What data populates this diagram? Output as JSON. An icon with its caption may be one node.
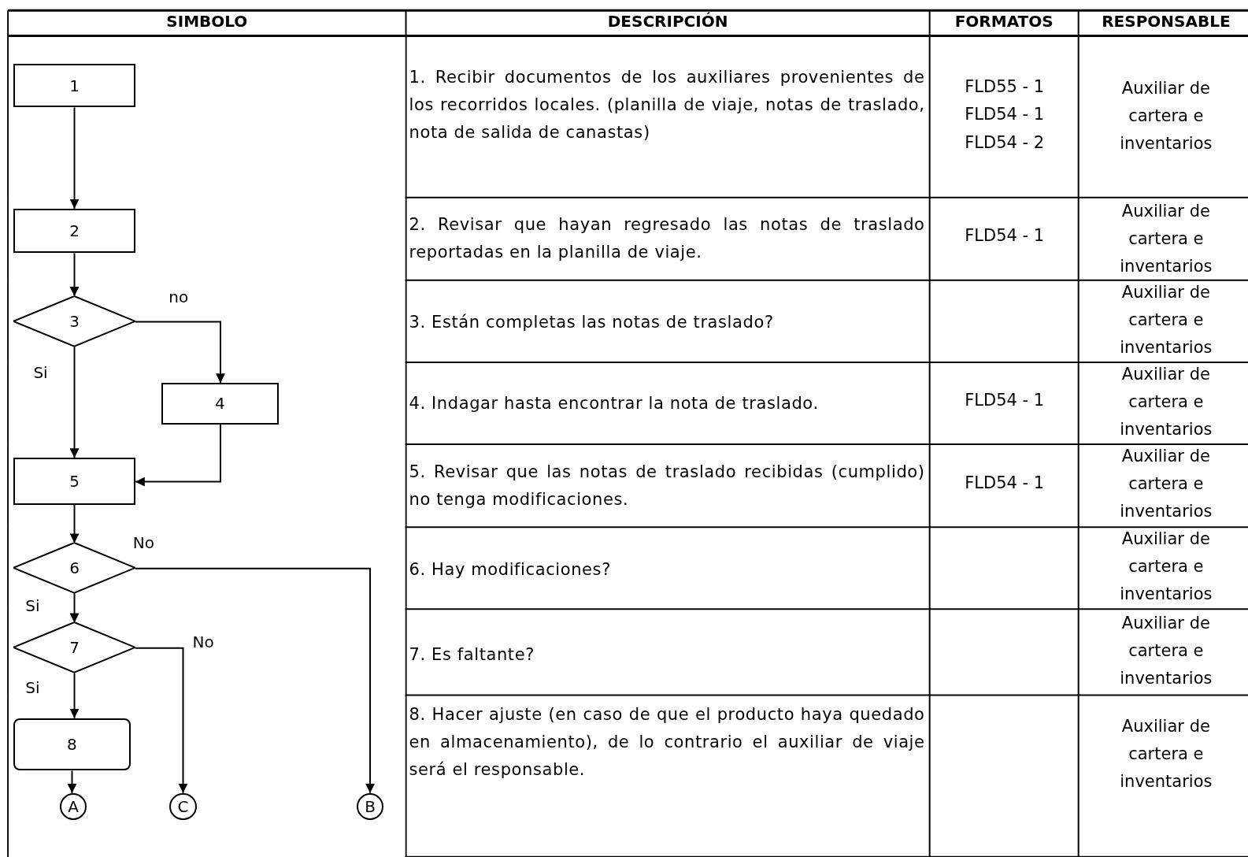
{
  "diagram": {
    "nodes": [
      {
        "text": [
          "1"
        ]
      },
      {
        "text": [
          "2"
        ]
      },
      {
        "text": [
          "3"
        ]
      },
      {
        "text": [
          "4"
        ]
      },
      {
        "text": [
          "5"
        ]
      },
      {
        "text": [
          "6"
        ]
      },
      {
        "text": [
          "7"
        ]
      },
      {
        "text": [
          "8"
        ]
      },
      {
        "text": [
          "A"
        ]
      },
      {
        "text": [
          "C"
        ]
      },
      {
        "text": [
          "B"
        ]
      }
    ],
    "edges": [
      {
        "from": 0,
        "to": 1,
        "arrow": "to"
      },
      {
        "from": 1,
        "to": 2,
        "arrow": "to"
      },
      {
        "from": 2,
        "to": 3,
        "arrow": "to",
        "label": "no"
      },
      {
        "from": 2,
        "to": 4,
        "arrow": "to",
        "label": "Si"
      },
      {
        "from": 3,
        "to": 4,
        "arrow": "to"
      },
      {
        "from": 4,
        "to": 5,
        "arrow": "to"
      },
      {
        "from": 5,
        "to": 6,
        "arrow": "to",
        "label": "Si"
      },
      {
        "from": 5,
        "to": 10,
        "arrow": "to",
        "label": "No"
      },
      {
        "from": 6,
        "to": 7,
        "arrow": "to",
        "label": "Si"
      },
      {
        "from": 6,
        "to": 9,
        "arrow": "to",
        "label": "No"
      },
      {
        "from": 7,
        "to": 8,
        "arrow": "to"
      }
    ],
    "labels": [
      "SIMBOLO",
      "DESCRIPCIÓN",
      "FORMATOS",
      "RESPONSABLE",
      "1. Recibir documentos de los auxiliares provenientes de los recorridos locales. (planilla de viaje, notas de traslado, nota de salida de canastas)",
      "FLD55 - 1",
      "FLD54 - 1",
      "FLD54 - 2",
      "Auxiliar de cartera e inventarios",
      "2. Revisar que hayan regresado las notas de traslado reportadas en la planilla de viaje.",
      "FLD54 - 1",
      "Auxiliar de cartera e inventarios",
      "3. Están completas las notas de traslado?",
      "Auxiliar de cartera e inventarios",
      "4. Indagar hasta encontrar la nota de traslado.",
      "FLD54 - 1",
      "Auxiliar de cartera e inventarios",
      "5. Revisar que las notas de traslado recibidas (cumplido) no tenga modificaciones.",
      "FLD54 - 1",
      "Auxiliar de cartera e inventarios",
      "6. Hay modificaciones?",
      "Auxiliar de cartera e inventarios",
      "7. Es faltante?",
      "Auxiliar de cartera e inventarios",
      "8. Hacer ajuste (en caso de que el producto haya quedado en almacenamiento), de lo contrario el auxiliar de viaje será el responsable.",
      "Auxiliar de cartera e inventarios"
    ]
  }
}
